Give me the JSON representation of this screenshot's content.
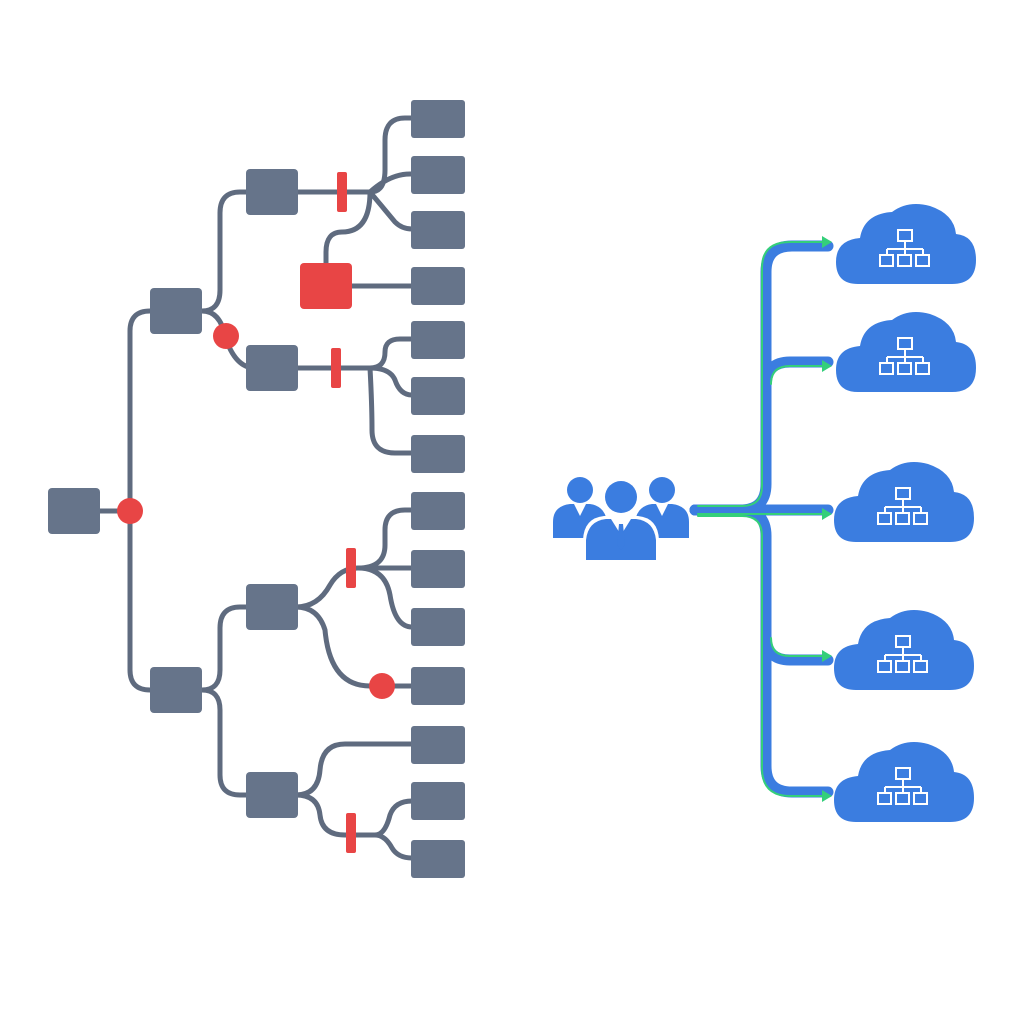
{
  "colors": {
    "node_gray": "#66748a",
    "edge_gray": "#5f6b7f",
    "alert_red": "#e84545",
    "cloud_blue": "#3b7de0",
    "flow_green": "#34cf7a",
    "background": "#ffffff"
  },
  "left_diagram": {
    "name": "branching-hierarchy-tree",
    "levels": 5,
    "leaf_count": 14,
    "blocked_branches": 4,
    "red_junctions": 3,
    "red_nodes": 1
  },
  "right_diagram": {
    "name": "team-to-cloud-distribution",
    "source_icon": "users-group-icon",
    "target_icon": "cloud-network-icon",
    "target_count": 5
  }
}
